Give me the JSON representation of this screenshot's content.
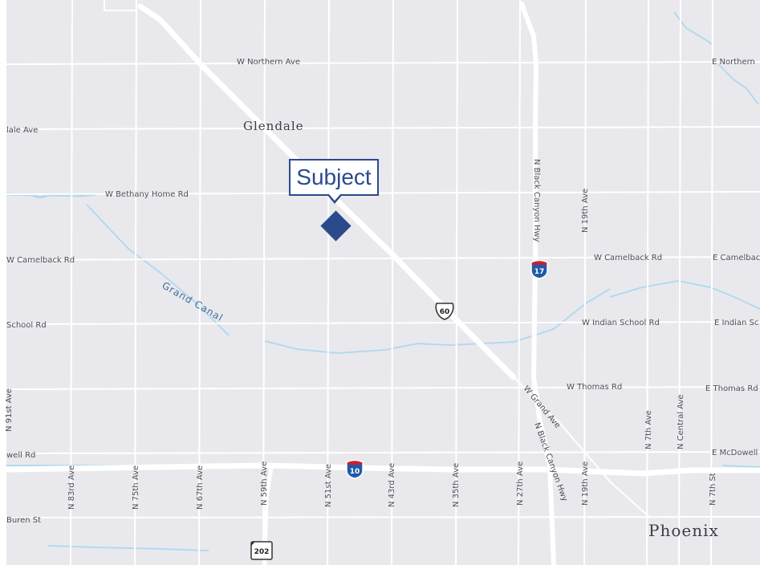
{
  "subject": {
    "label": "Subject"
  },
  "cities": {
    "glendale": "Glendale",
    "phoenix": "Phoenix"
  },
  "waterways": {
    "grand_canal": "Grand Canal"
  },
  "streets": {
    "w_northern": "W Northern Ave",
    "e_northern": "E Northern",
    "glendale_ave": "lale Ave",
    "w_bethany": "W Bethany Home Rd",
    "w_camelback_left": "W Camelback Rd",
    "w_camelback_mid": "W Camelback Rd",
    "e_camelback": "E Camelbac",
    "school_rd": "School Rd",
    "w_indian_school": "W Indian School Rd",
    "e_indian_school": "E Indian Sc",
    "w_thomas": "W Thomas Rd",
    "e_thomas": "E Thomas Rd",
    "mcdowell": "well Rd",
    "e_mcdowell": "E McDowell",
    "buren": "Buren St",
    "n_91st": "N 91st Ave",
    "n_83rd": "N 83rd Ave",
    "n_75th": "N 75th Ave",
    "n_67th": "N 67th Ave",
    "n_59th": "N 59th Ave",
    "n_51st": "N 51st Ave",
    "n_43rd": "N 43rd Ave",
    "n_35th": "N 35th Ave",
    "n_27th": "N 27th Ave",
    "n_19th_top": "N 19th Ave",
    "n_19th_bottom": "N 19th Ave",
    "n_7th_ave": "N 7th Ave",
    "n_central": "N Central Ave",
    "n_7th_st": "N 7th St",
    "n_black_canyon_top": "N Black Canyon Hwy",
    "n_black_canyon_bottom": "N Black Canyon Hwy",
    "w_grand": "W Grand Ave"
  },
  "shields": {
    "i17": "17",
    "i10": "10",
    "us60": "60",
    "sr202": "202"
  },
  "colors": {
    "background": "#e9e9ed",
    "road": "#ffffff",
    "water": "#b3d9ee",
    "marker": "#2b4a8c",
    "interstate_blue": "#1f5aa8",
    "interstate_red": "#c8202f"
  }
}
